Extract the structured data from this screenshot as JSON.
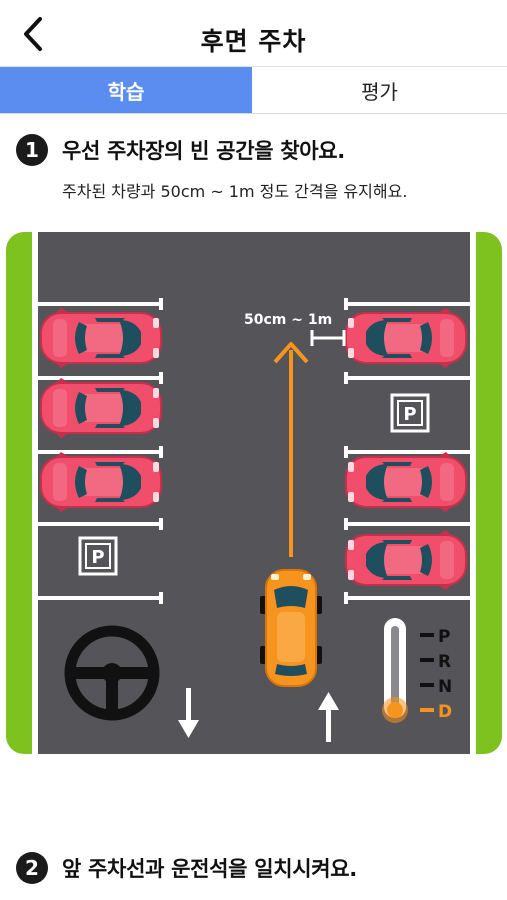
{
  "header": {
    "title": "후면 주차",
    "back_icon": "chevron-left-icon"
  },
  "tabs": [
    {
      "label": "학습",
      "active": true
    },
    {
      "label": "평가",
      "active": false
    }
  ],
  "steps": [
    {
      "number": "1",
      "text": "우선 주차장의 빈 공간을 찾아요.",
      "subtext": "주차된 차량과 50cm ~ 1m 정도 간격을 유지해요."
    },
    {
      "number": "2",
      "text": "앞 주차선과 운전석을 일치시켜요."
    }
  ],
  "scene": {
    "distance_label": "50cm ~ 1m",
    "parking_sign": "P",
    "gears": [
      "P",
      "R",
      "N",
      "D"
    ],
    "active_gear": "D",
    "colors": {
      "road": "#555559",
      "grass": "#7dc21e",
      "parked_car": "#f04e6a",
      "my_car": "#f7941d",
      "arrow": "#f7941d"
    }
  }
}
